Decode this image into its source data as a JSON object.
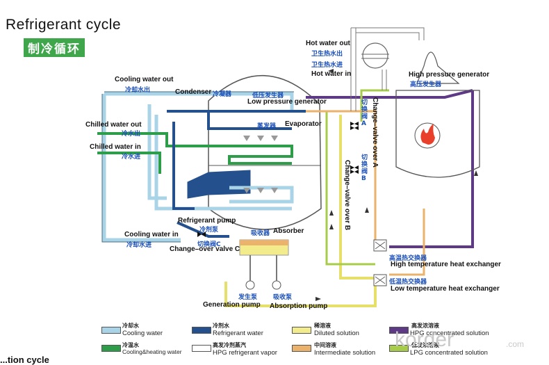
{
  "title": "Refrigerant cycle",
  "subtitle": "制冷循环",
  "labels": {
    "hot_water_out": "Hot water out",
    "hot_water_out_zh": "卫生热水出",
    "hot_water_in_zh": "卫生热水进",
    "hot_water_in": "Hot water in",
    "high_pressure_generator": "High pressure generator",
    "high_pressure_generator_zh": "高压发生器",
    "cooling_water_out": "Cooling water out",
    "cooling_water_out_zh": "冷却水出",
    "condenser": "Condenser",
    "condenser_zh": "冷凝器",
    "low_pressure_generator_zh": "低压发生器",
    "low_pressure_generator": "Low pressure generator",
    "chilled_water_out": "Chilled water out",
    "chilled_water_out_zh": "冷水出",
    "evaporator_zh": "蒸发器",
    "evaporator": "Evaporator",
    "chilled_water_in": "Chilled water in",
    "chilled_water_in_zh": "冷水进",
    "refrigerant_pump": "Refrigerant pump",
    "refrigerant_pump_zh": "冷剂泵",
    "absorber_zh": "吸收器",
    "absorber": "Absorber",
    "cooling_water_in": "Cooling water in",
    "cooling_water_in_zh": "冷却水进",
    "change_over_valve_c_zh": "切换阀C",
    "change_over_valve_c": "Change–over valve C",
    "change_valve_a_zh": "切换阀A",
    "change_valve_over_a": "Change–valve over A",
    "change_valve_b_zh": "切换阀B",
    "change_valve_over_b": "Change–valve over B",
    "high_temp_hx_zh": "高温热交换器",
    "high_temp_hx": "High temperature heat exchanger",
    "low_temp_hx_zh": "低温热交换器",
    "low_temp_hx": "Low temperature heat exchanger",
    "generation_pump_zh": "发生泵",
    "absorption_pump_zh": "吸收泵",
    "generation_pump": "Generation  pump",
    "absorption_pump": "Absorption pump"
  },
  "legend": [
    {
      "zh": "冷却水",
      "en": "Cooling water",
      "color": "#a9d3e6"
    },
    {
      "zh": "冷剂水",
      "en": "Refrigerant water",
      "color": "#24508e"
    },
    {
      "zh": "稀溶液",
      "en": "Diluted solution",
      "color": "#f2ec8c"
    },
    {
      "zh": "高发浓溶液",
      "en": "HPG  concentrated solution",
      "color": "#5e3a86"
    },
    {
      "zh": "冷温水",
      "en": "Cooling&heating water",
      "color": "#2e9d4a"
    },
    {
      "zh": "高发冷剂蒸汽",
      "en": "HPG refrigerant vapor",
      "color": "#ffffff"
    },
    {
      "zh": "中间溶液",
      "en": "Intermediate solution",
      "color": "#eab26a"
    },
    {
      "zh": "低发浓溶液",
      "en": "LPG concentrated solution",
      "color": "#a7cc4a"
    }
  ],
  "colors": {
    "cooling_water": "#a9d3e6",
    "refrigerant_water": "#24508e",
    "diluted_solution": "#f2ec8c",
    "hpg_concentrated": "#5e3a86",
    "cooling_heating_water": "#2e9d4a",
    "intermediate_solution": "#eab26a",
    "lpg_concentrated": "#a7cc4a",
    "flame": "#e8402a"
  },
  "watermark": "korder",
  "watermark_suffix": ".com",
  "footer": "...tion cycle"
}
